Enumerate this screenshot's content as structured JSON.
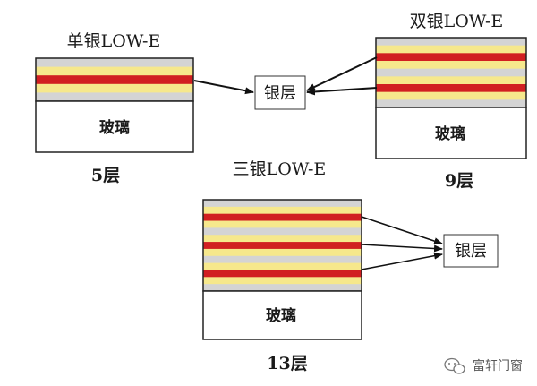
{
  "colors": {
    "glass": "#ffffff",
    "outline": "#222222",
    "yellow": "#f6e88c",
    "red": "#d11f21",
    "gray": "#d4d4d4",
    "arrow": "#111111"
  },
  "single": {
    "title": "单银LOW-E",
    "glass_label": "玻璃",
    "count_label": "5层",
    "layers": [
      "gray",
      "yellow",
      "red",
      "yellow",
      "gray"
    ]
  },
  "double": {
    "title": "双银LOW-E",
    "glass_label": "玻璃",
    "count_label": "9层",
    "layers": [
      "gray",
      "yellow",
      "red",
      "yellow",
      "gray",
      "yellow",
      "red",
      "yellow",
      "gray"
    ]
  },
  "triple": {
    "title": "三银LOW-E",
    "glass_label": "玻璃",
    "count_label": "13层",
    "layers": [
      "gray",
      "yellow",
      "red",
      "yellow",
      "gray",
      "yellow",
      "red",
      "yellow",
      "gray",
      "yellow",
      "red",
      "yellow",
      "gray"
    ]
  },
  "callouts": {
    "top": "银层",
    "bottom": "银层"
  },
  "watermark": {
    "text": "富轩门窗",
    "icon": "wechat-icon"
  }
}
